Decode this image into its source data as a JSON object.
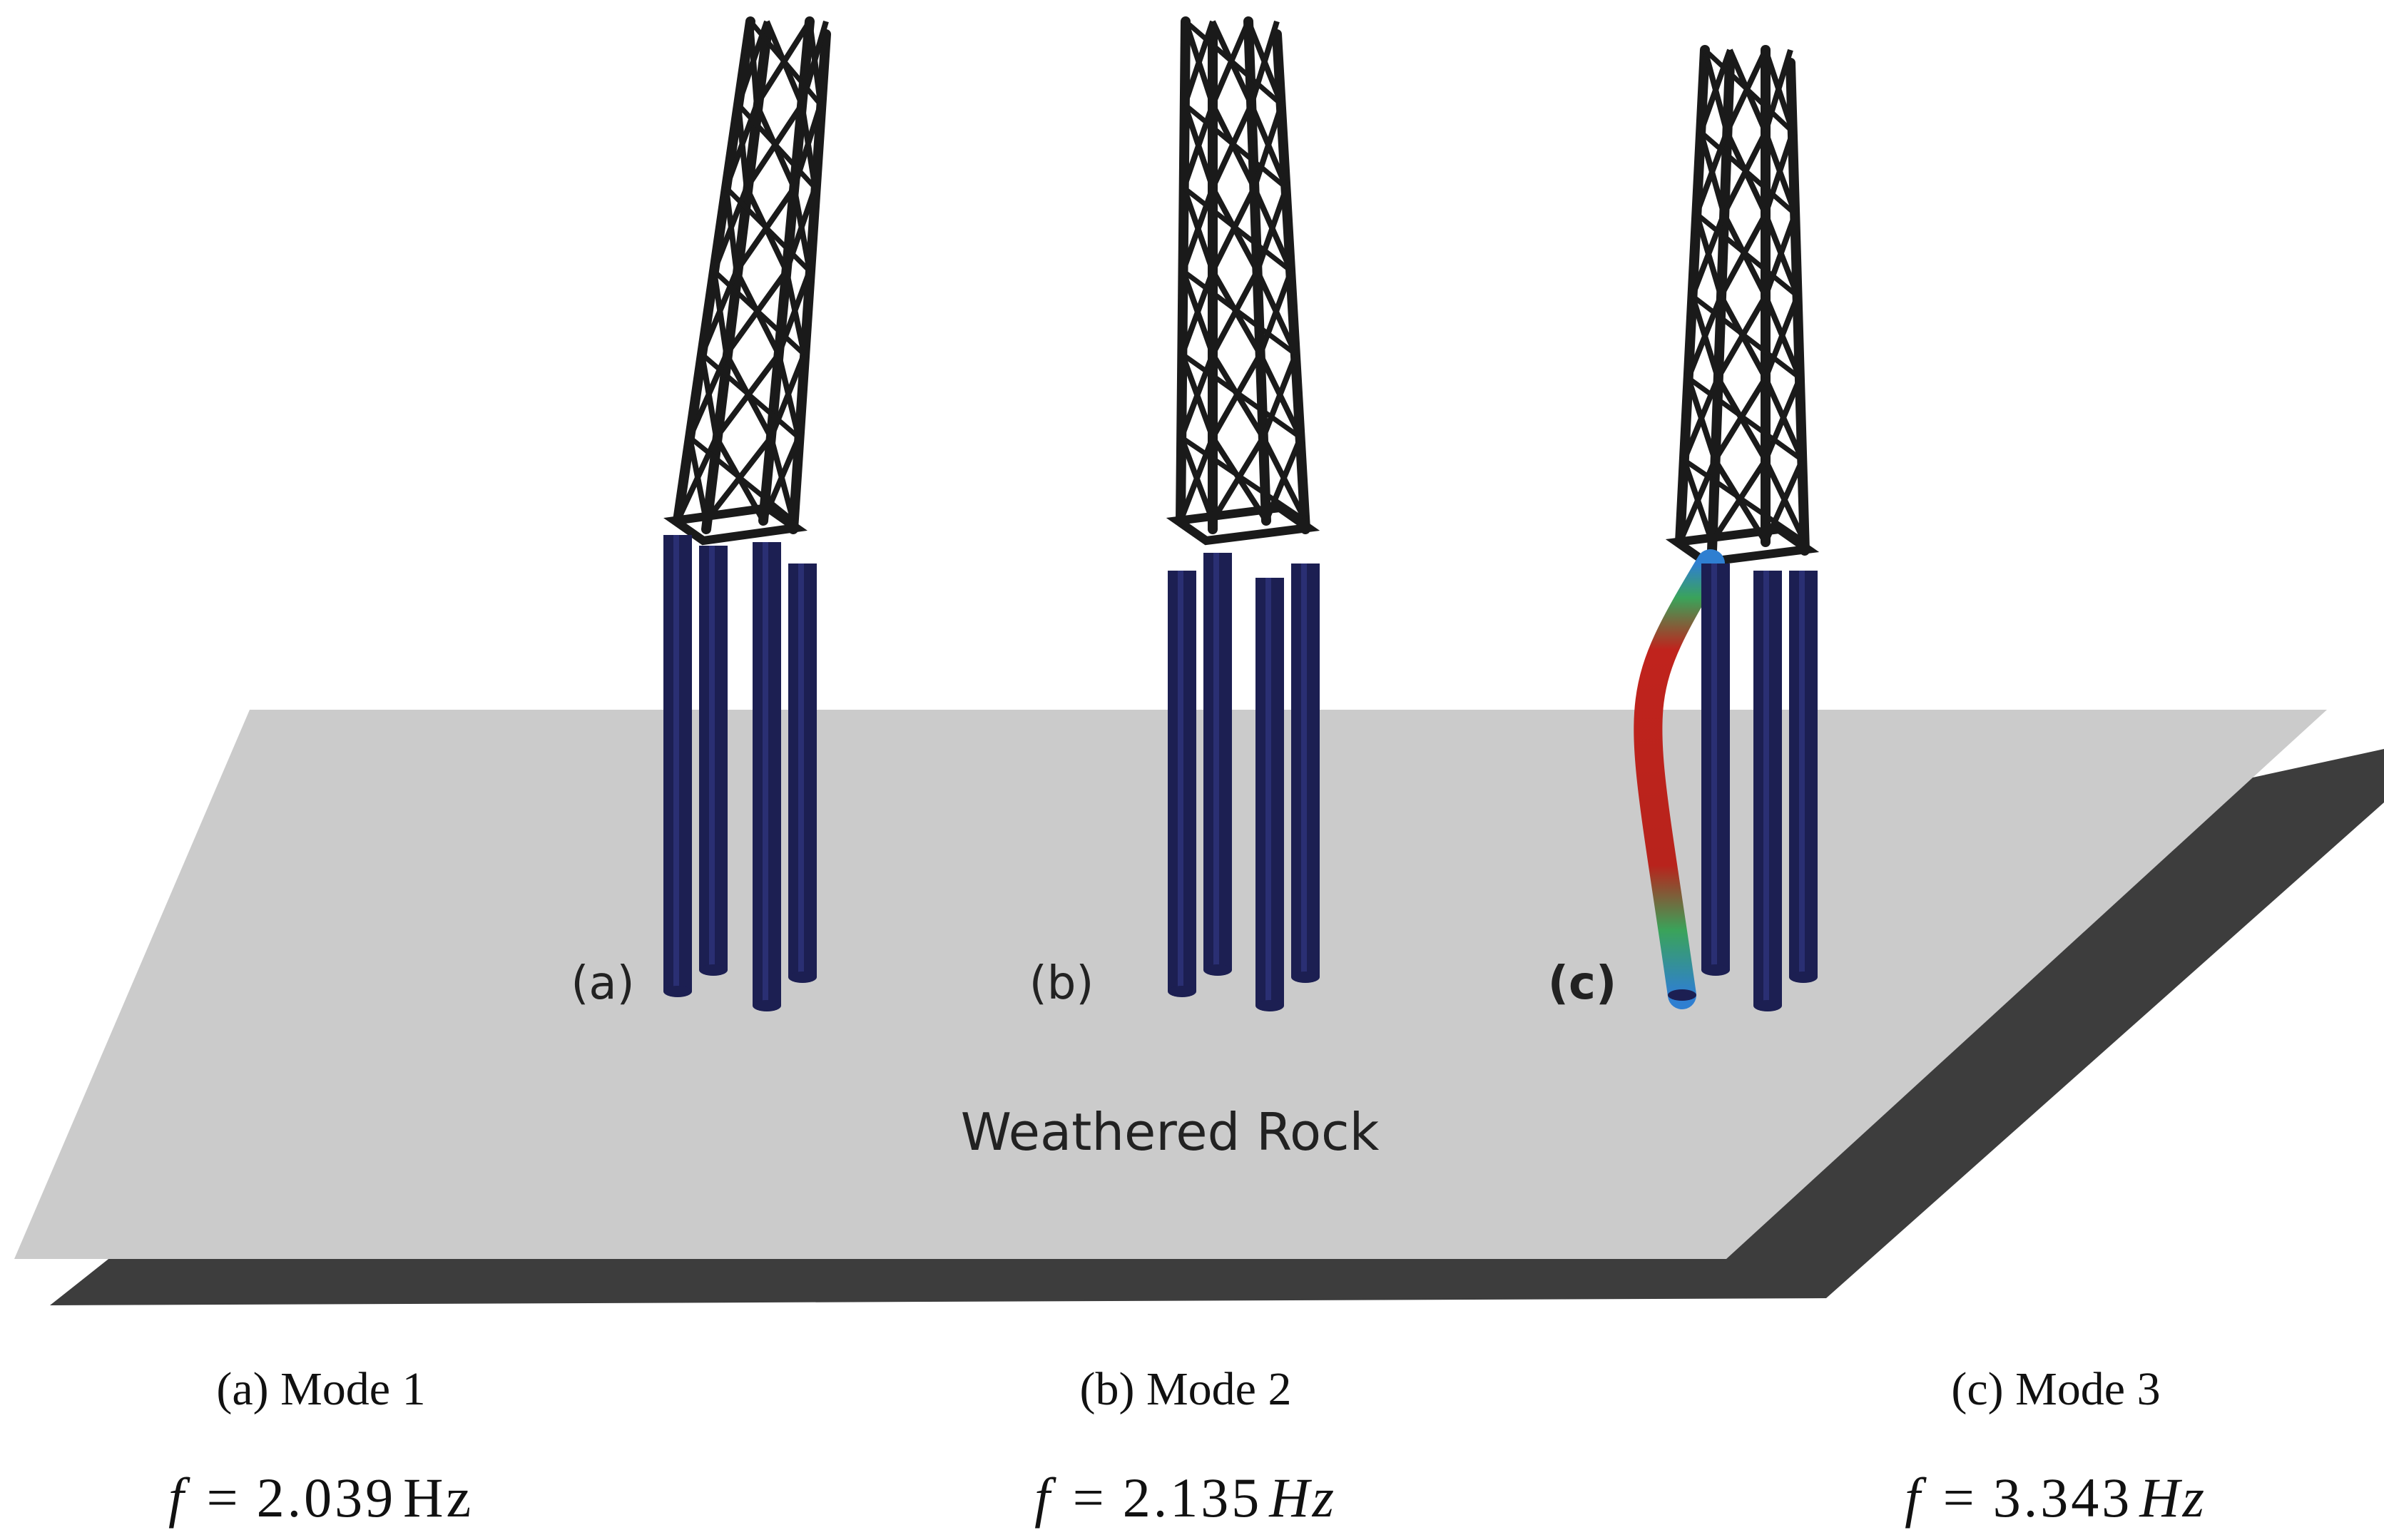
{
  "ground": {
    "label": "Weathered Rock"
  },
  "panels": [
    {
      "id": "a",
      "tag": "(a)",
      "caption": "(a) Mode 1",
      "symbol": "f",
      "equals": "=",
      "value": "2.039",
      "unit": "Hz",
      "unit_italic": false,
      "deformed_leg": false
    },
    {
      "id": "b",
      "tag": "(b)",
      "caption": "(b) Mode 2",
      "symbol": "f",
      "equals": "=",
      "value": "2.135",
      "unit": "Hz",
      "unit_italic": true,
      "deformed_leg": false
    },
    {
      "id": "c",
      "tag": "(c)",
      "caption": "(c) Mode 3",
      "symbol": "f",
      "equals": "=",
      "value": "3.343",
      "unit": "Hz",
      "unit_italic": true,
      "deformed_leg": true
    }
  ],
  "colors": {
    "plate_top": "#cbcbcb",
    "plate_shadow": "#3d3d3d",
    "lattice": "#1a1a1a",
    "pile": "#1c1f52",
    "pile_highlight": "#343a8a",
    "mode_hot": "#c0231d",
    "mode_warm": "#3aa35a",
    "mode_cool": "#2f7fd1"
  }
}
